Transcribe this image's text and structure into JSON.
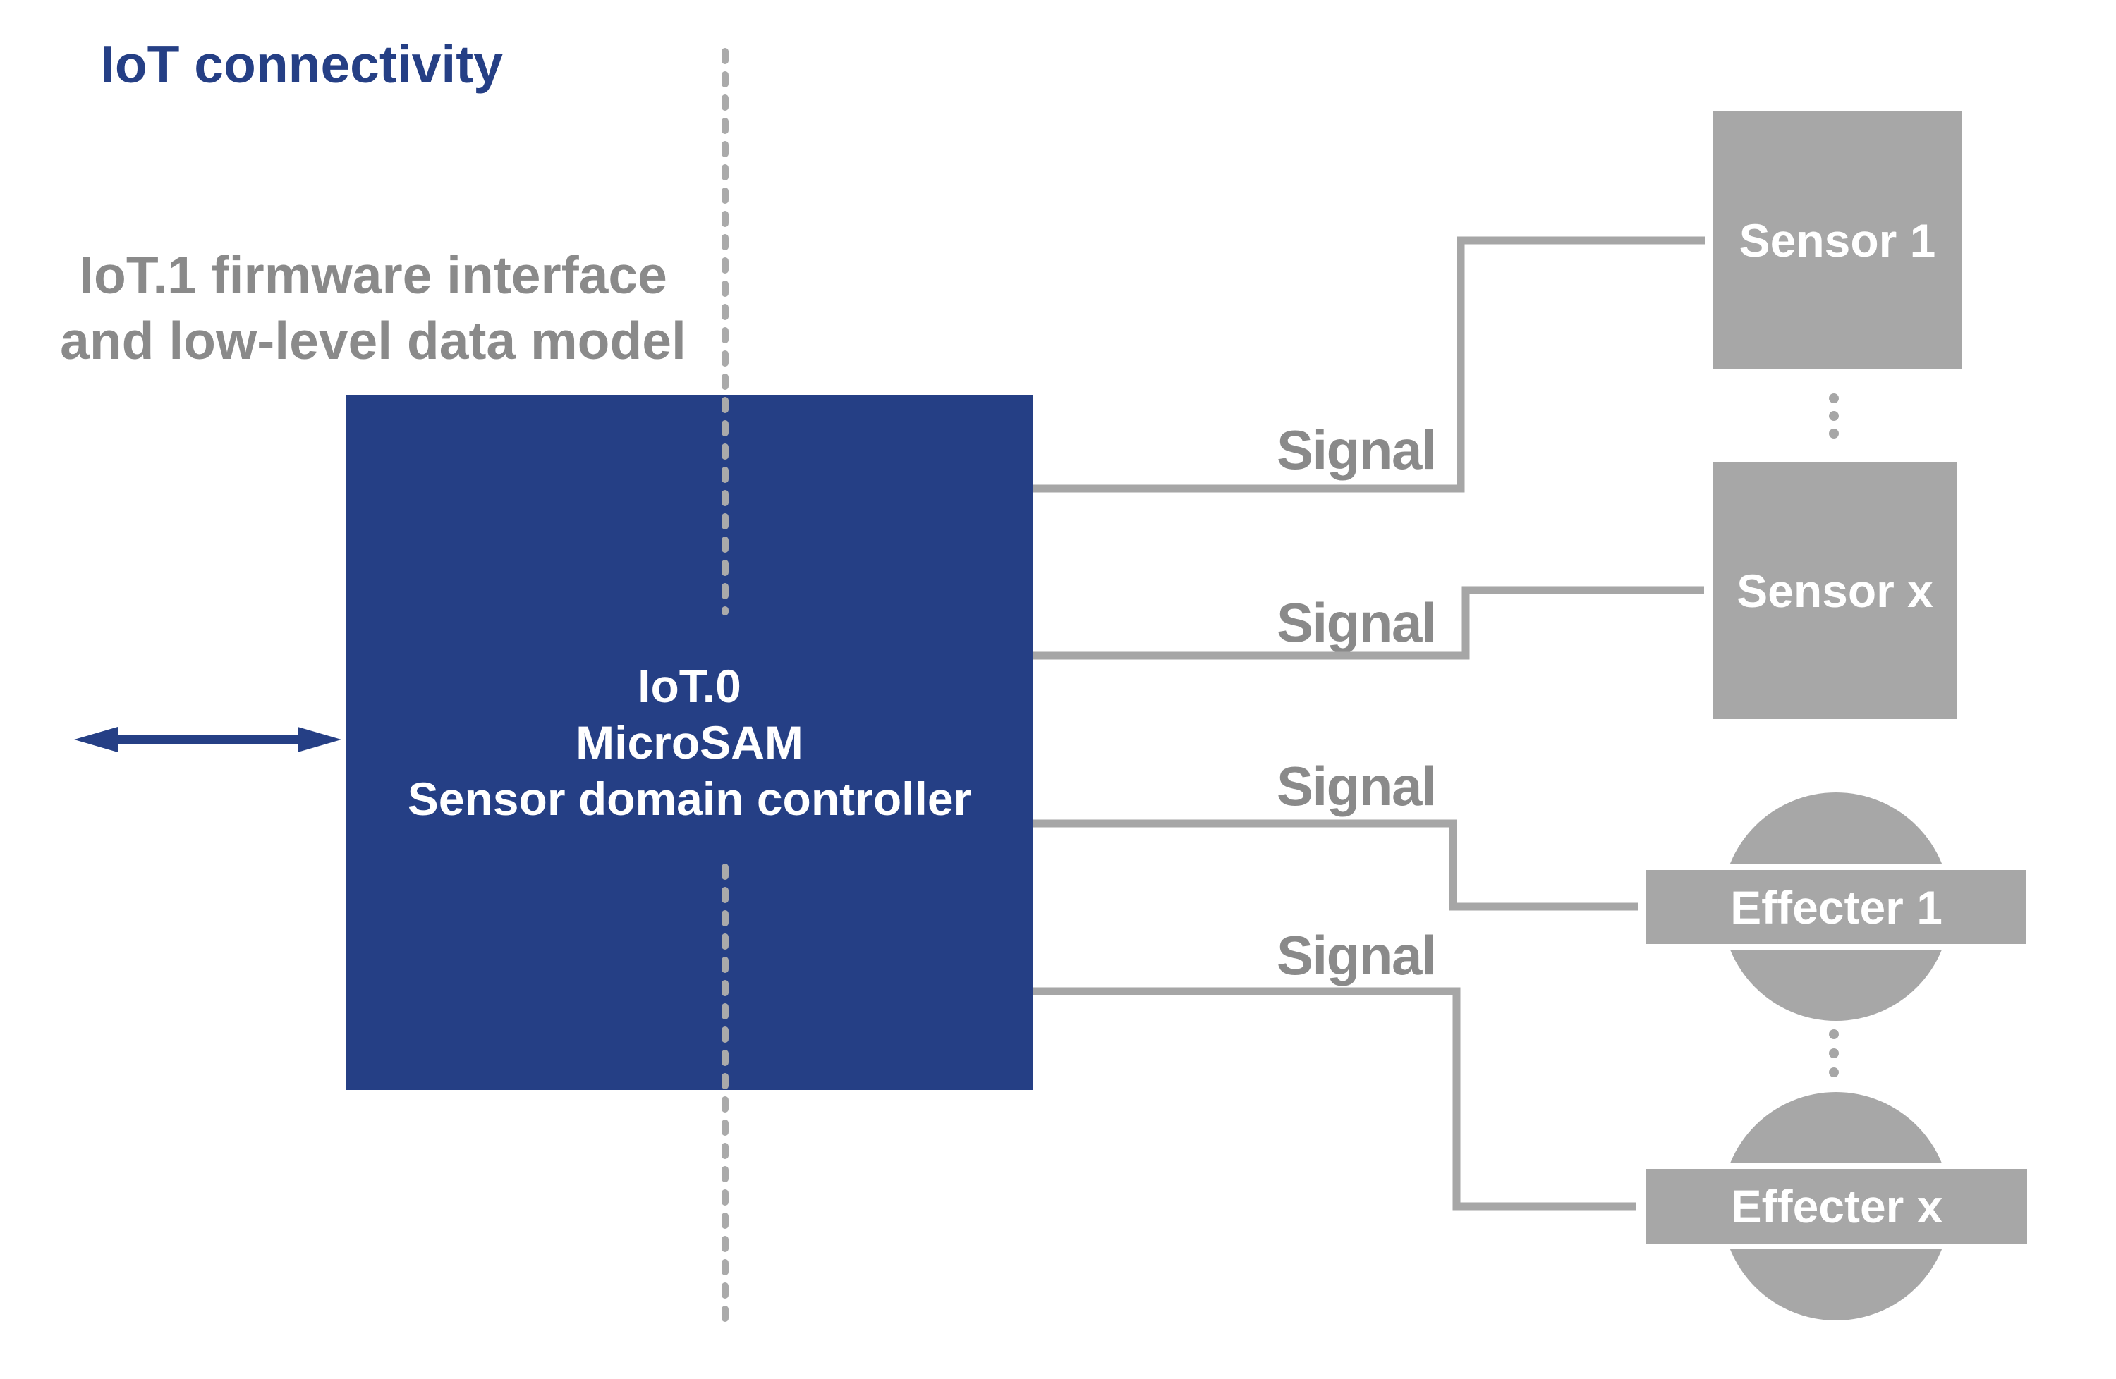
{
  "title": "IoT connectivity",
  "annotation": {
    "line1": "IoT.1 firmware interface",
    "line2": "and low-level data model"
  },
  "controller": {
    "line1": "IoT.0",
    "line2": "MicroSAM",
    "line3": "Sensor domain controller"
  },
  "signals": [
    {
      "label": "Signal"
    },
    {
      "label": "Signal"
    },
    {
      "label": "Signal"
    },
    {
      "label": "Signal"
    }
  ],
  "sensors": [
    {
      "label": "Sensor 1"
    },
    {
      "label": "Sensor x"
    }
  ],
  "effecters": [
    {
      "label": "Effecter 1"
    },
    {
      "label": "Effecter x"
    }
  ],
  "icons": {
    "bidirectional_arrow": "double-headed-arrow",
    "sensor_ellipsis": "vertical-ellipsis",
    "effecter_ellipsis": "vertical-ellipsis",
    "boundary": "vertical-dashed-line"
  },
  "colors": {
    "navy": "#253F85",
    "gray_fill": "#A7A7A7",
    "gray_line": "#A6A6A6",
    "gray_dash": "#AAAAAA",
    "gray_text": "#8A8A8A",
    "white": "#FFFFFF"
  }
}
